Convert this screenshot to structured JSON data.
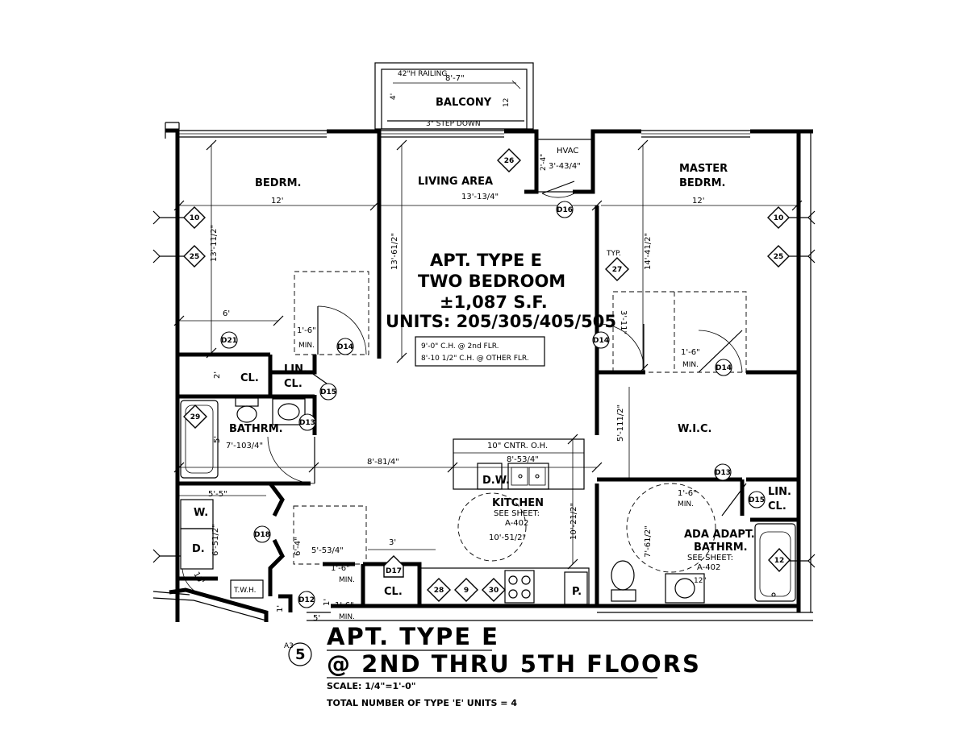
{
  "rooms": {
    "bedroom": "BEDRM.",
    "living": "LIVING AREA",
    "master_line1": "MASTER",
    "master_line2": "BEDRM.",
    "balcony": "BALCONY",
    "hvac": "HVAC",
    "closet": "CL.",
    "linen_line1": "LIN.",
    "linen_line2": "CL.",
    "bath": "BATHRM.",
    "wic": "W.I.C.",
    "kitchen": "KITCHEN",
    "kitchen_see": "SEE SHEET:",
    "kitchen_sheet": "A-402",
    "ada_line1": "ADA ADAPT.",
    "ada_line2": "BATHRM.",
    "ada_see": "SEE SHEET:",
    "ada_sheet": "A-402",
    "closet_lower": "CL.",
    "linen_r_line1": "LIN.",
    "linen_r_line2": "CL.",
    "dw": "D.W.",
    "pantry": "P.",
    "washer": "W.",
    "dryer": "D.",
    "thwh": "T.W.H."
  },
  "center_label": {
    "line1": "APT. TYPE E",
    "line2": "TWO BEDROOM",
    "line3": "±1,087 S.F.",
    "line4": "UNITS: 205/305/405/505"
  },
  "ceiling_note": {
    "line1": "9'-0\" C.H. @ 2nd FLR.",
    "line2": "8'-10 1/2\" C.H. @ OTHER FLR."
  },
  "notes": {
    "railing": "42\"H RAILING",
    "step_down": "3\" STEP DOWN",
    "cntr_oh": "10\" CNTR. O.H.",
    "typ": "TYP."
  },
  "dimensions": {
    "balcony_w": "8'-7\"",
    "balcony_h": "4'",
    "balcony_r": "12",
    "bed_w": "12'",
    "bed_h": "13'-11/2\"",
    "living_w": "13'-13/4\"",
    "living_h": "13'-61/2\"",
    "master_w": "12'",
    "master_h": "14'-41/2\"",
    "hvac": "3'-43/4\"",
    "hvac_side": "2'-4\"",
    "six": "6'",
    "min_l": "1'-6\"",
    "min_label": "MIN.",
    "two": "2'",
    "bath_v": "5'",
    "bath_w": "7'-103/4\"",
    "hall": "8'-81/4\"",
    "kit_upper": "8'-53/4\"",
    "kit_v": "10'-21/2\"",
    "kit_d": "10'-51/2\"",
    "laundry_w": "5'-5\"",
    "laundry_h": "6'-51/2\"",
    "laundry_diag": "10'",
    "mid_h": "6'-4\"",
    "mid_w": "5'-53/4\"",
    "three": "3'",
    "one_six_a": "1'-6\"",
    "one_six_b": "1'-6\"",
    "one_a": "1'",
    "one_b": "1'",
    "five": "5'",
    "wic_v": "5'-111/2\"",
    "wic_min": "1'-6\"",
    "three_eleven": "3'-11\"",
    "ada_min": "1'-6\"",
    "ada_h": "7'-61/2\"",
    "ada_12": "12\""
  },
  "tags": {
    "t10": "10",
    "t25": "25",
    "t26": "26",
    "t27": "27",
    "t29": "29",
    "t28": "28",
    "t9": "9",
    "t30": "30",
    "t12": "12",
    "d21": "D21",
    "d14a": "D14",
    "d14b": "D14",
    "d14c": "D14",
    "d15a": "D15",
    "d15b": "D15",
    "d16": "D16",
    "d13a": "D13",
    "d13b": "D13",
    "d18": "D18",
    "d17": "D17",
    "d12": "D12"
  },
  "title_block": {
    "number": "5",
    "sheet_ref": "A3",
    "title_line1": "APT. TYPE E",
    "title_line2": "@ 2ND THRU 5TH FLOORS",
    "scale": "SCALE: 1/4\"=1'-0\"",
    "total_units": "TOTAL NUMBER OF TYPE 'E' UNITS = 4"
  }
}
